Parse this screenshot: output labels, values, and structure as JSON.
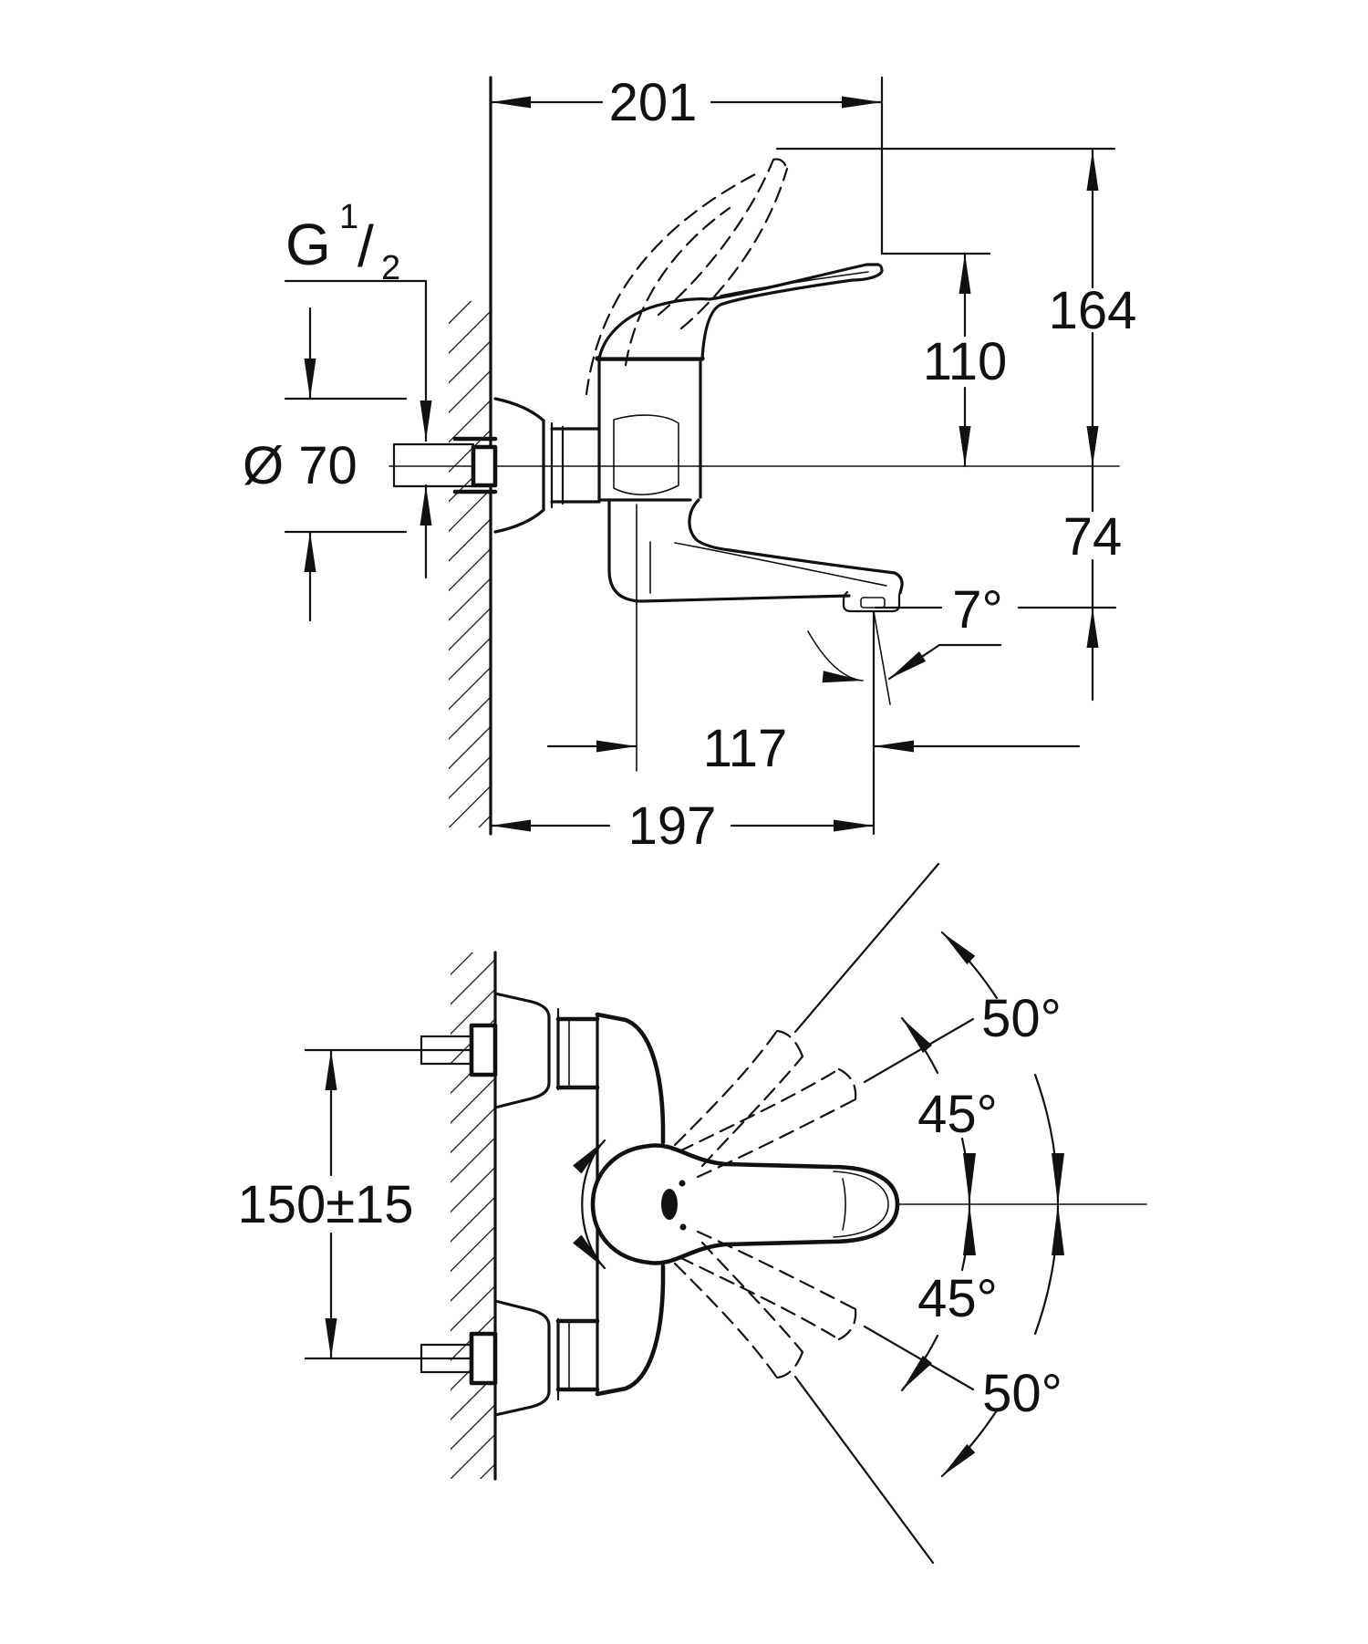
{
  "colors": {
    "ink": "#111111",
    "background": "#ffffff"
  },
  "side_view": {
    "dim_wall_to_handle_tip": "201",
    "thread_g": "G",
    "thread_sup": "1",
    "thread_slash": "/",
    "thread_sub": "2",
    "dim_flange_diameter": "Ø 70",
    "dim_raised_handle_height": "164",
    "dim_handle_height": "110",
    "dim_outlet_below_axis": "74",
    "dim_stream_angle": "7°",
    "dim_spout_projection": "117",
    "dim_outlet_from_wall": "197"
  },
  "plan_view": {
    "dim_inlet_spacing": "150±15",
    "dim_swing_upper_outer": "50°",
    "dim_swing_upper_inner": "45°",
    "dim_swing_lower_inner": "45°",
    "dim_swing_lower_outer": "50°"
  }
}
